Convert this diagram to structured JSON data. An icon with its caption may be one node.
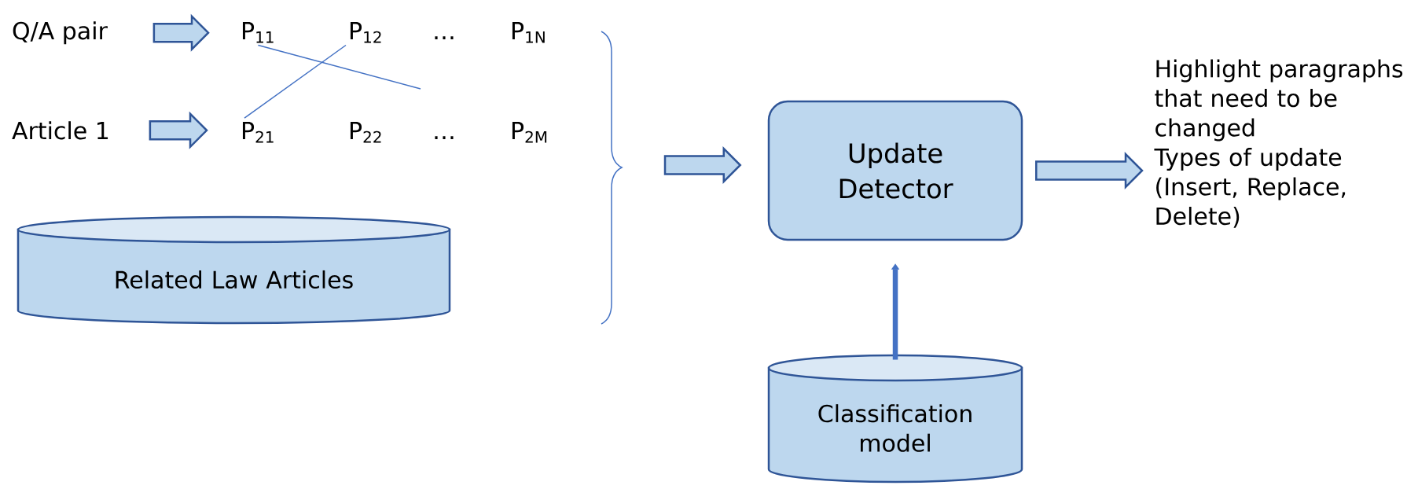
{
  "diagram": {
    "nodes": [
      {
        "text": [
          "Q/A pair"
        ]
      },
      {
        "text": [
          "Article 1"
        ]
      },
      {
        "text": [
          "P$_{11}$"
        ]
      },
      {
        "text": [
          "P$_{12}$"
        ]
      },
      {
        "text": [
          "P$_{1N}$"
        ]
      },
      {
        "text": [
          "P$_{21}$"
        ]
      },
      {
        "text": [
          "P$_{22}$"
        ]
      },
      {
        "text": [
          "P$_{2M}$"
        ]
      },
      {
        "text": [
          "Related Law Articles"
        ]
      },
      {
        "text": [
          "Update Detector"
        ]
      },
      {
        "text": [
          "Highlight paragraphs that need to be changed",
          "Types of update (Insert, Replace, Delete)"
        ]
      },
      {
        "text": [
          "Classification model"
        ]
      }
    ],
    "edges": [
      {
        "from": 0,
        "to": 2,
        "arrow": "to"
      },
      {
        "from": 1,
        "to": 5,
        "arrow": "to"
      },
      {
        "from": 5,
        "to": 3,
        "arrow": "none"
      },
      {
        "from": 2,
        "to": null,
        "arrow": "none"
      },
      {
        "from": null,
        "to": 9,
        "arrow": "to"
      },
      {
        "from": 9,
        "to": 10,
        "arrow": "to"
      },
      {
        "from": 11,
        "to": 9,
        "arrow": "to",
        "style": "thick"
      }
    ],
    "labels": [
      "…",
      "…"
    ]
  }
}
